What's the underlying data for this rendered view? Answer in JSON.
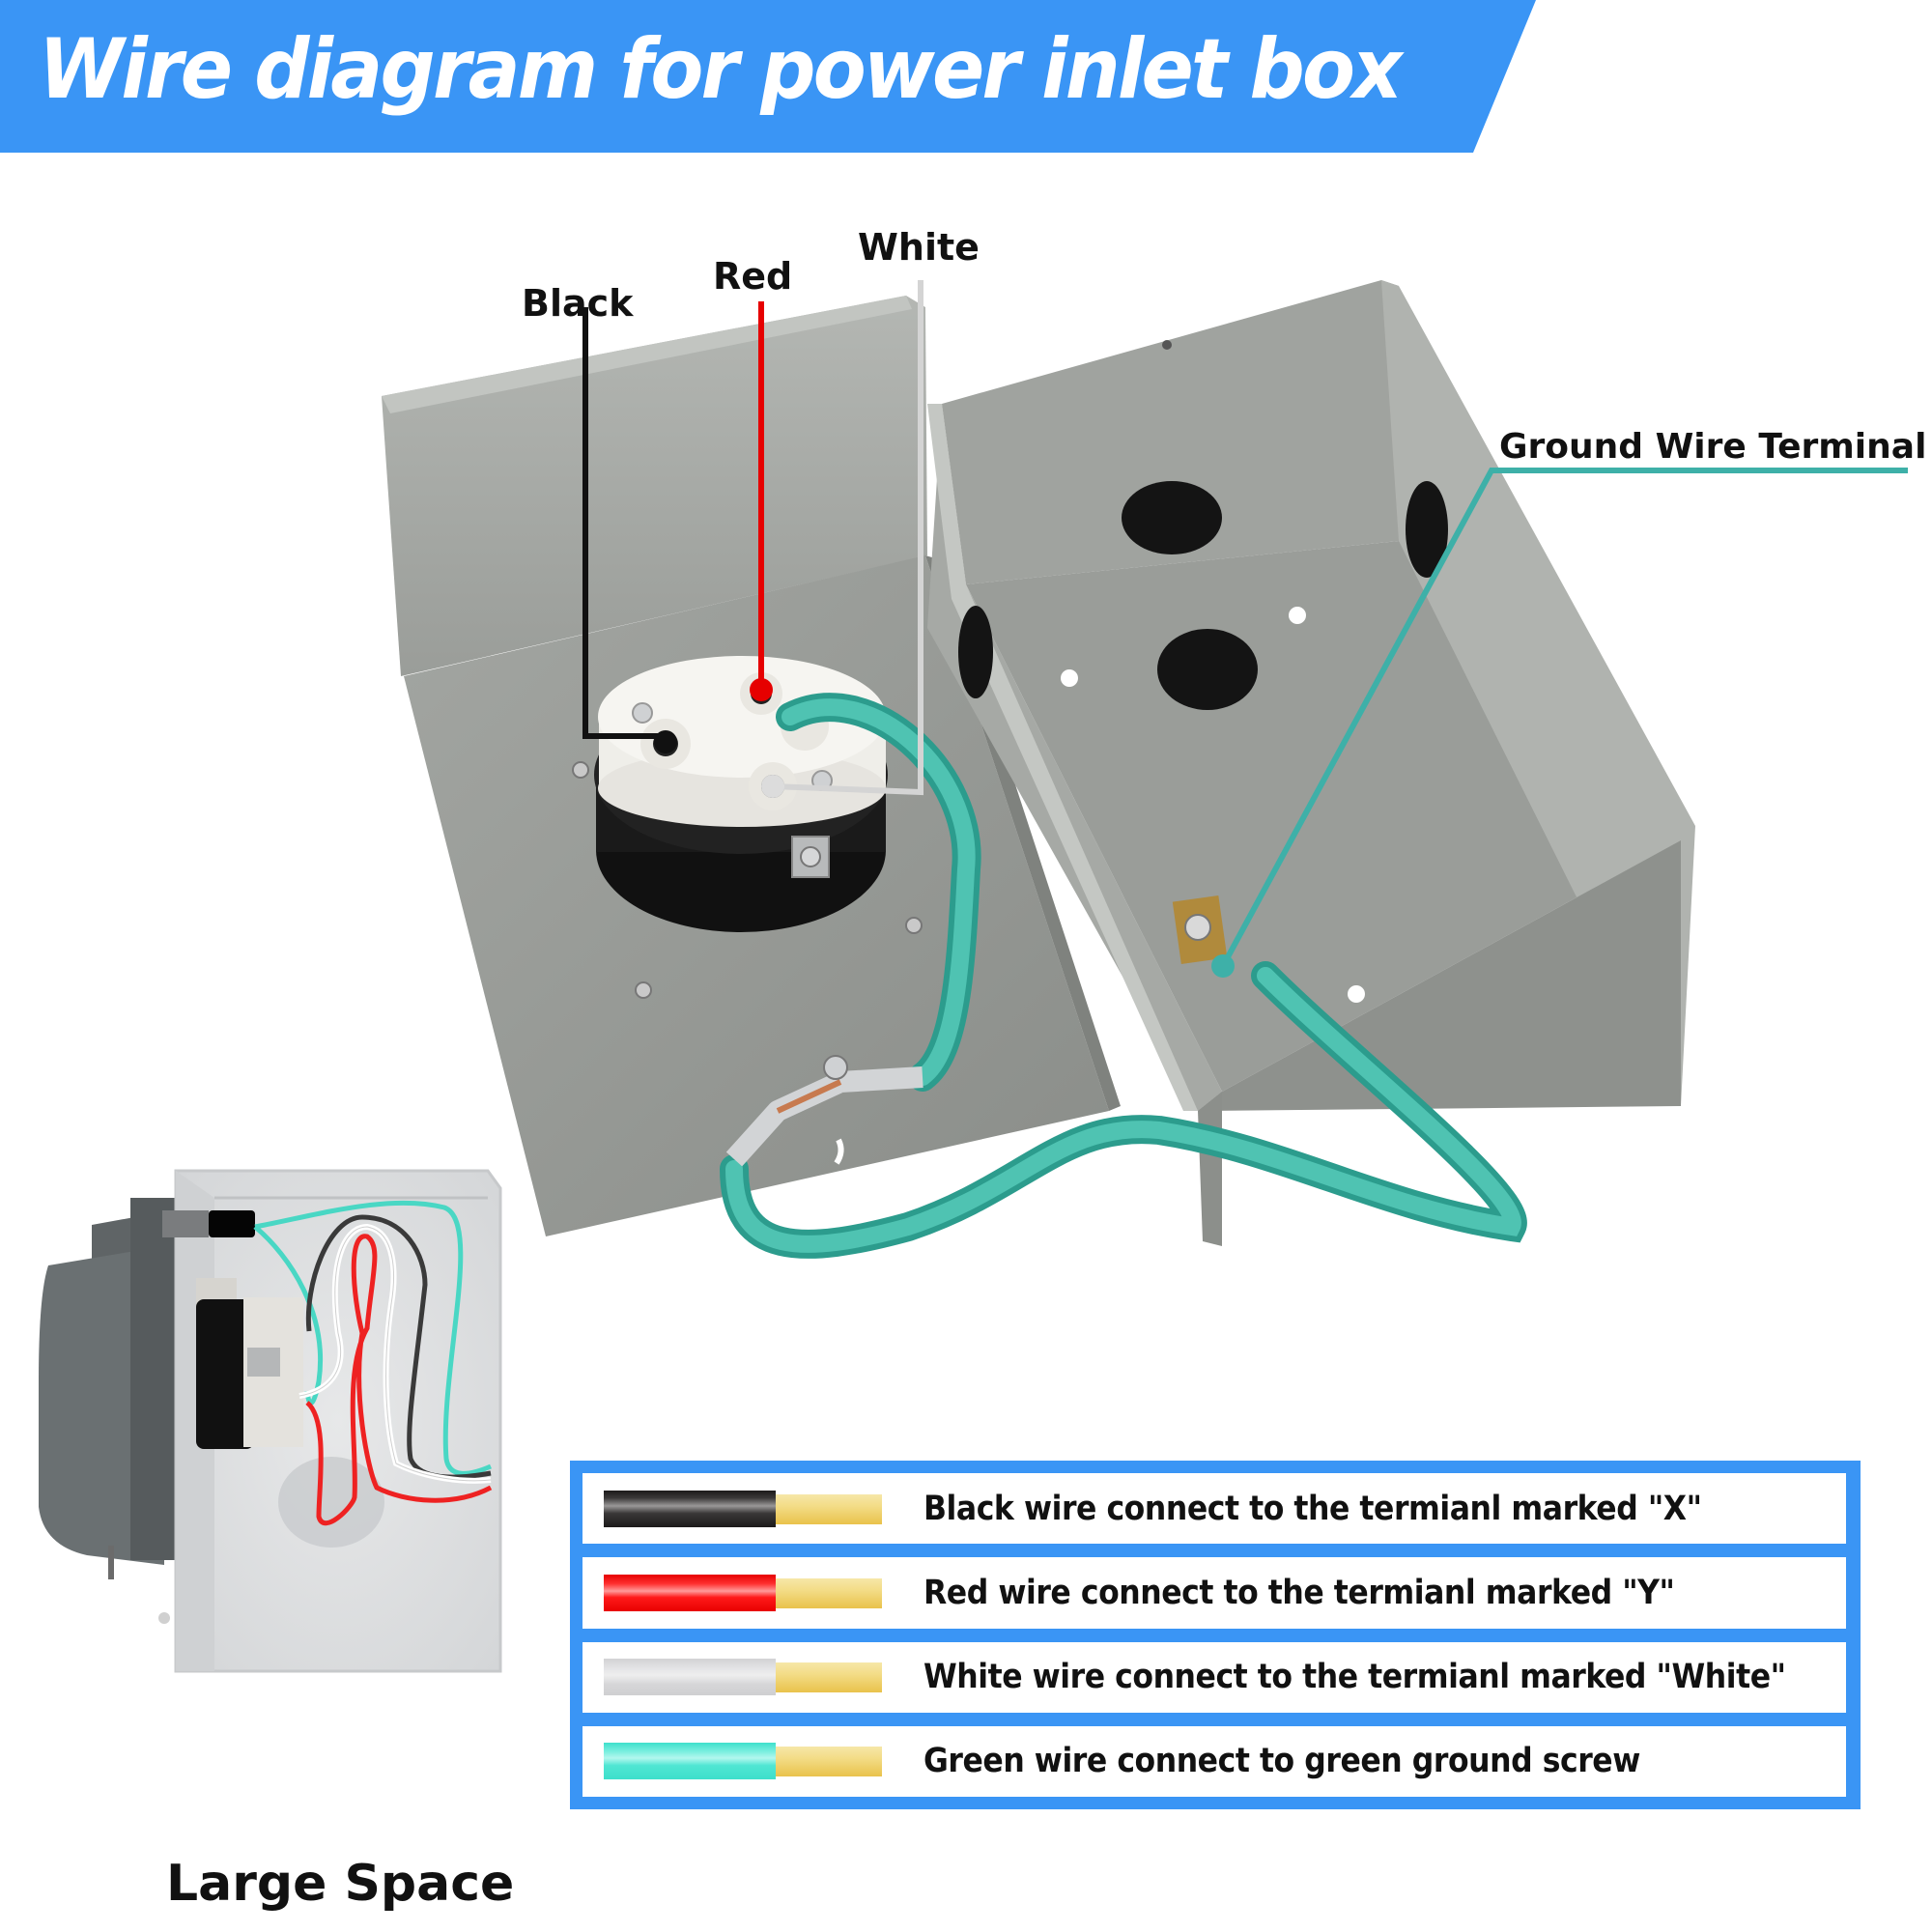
{
  "header": {
    "title": "Wire diagram for power inlet box",
    "banner_color": "#3a95f5"
  },
  "main_photo": {
    "labels": {
      "black": "Black",
      "red": "Red",
      "white": "White",
      "ground": "Ground Wire Terminal"
    },
    "leader_colors": {
      "black": "#111111",
      "red": "#e60000",
      "white": "#d4d4d4",
      "ground": "#3eb0a8"
    }
  },
  "side_view": {
    "caption": "Large Space"
  },
  "legend": {
    "border_color": "#3a95f5",
    "rows": [
      {
        "wire": "black",
        "color": "#1c1a1a",
        "text": "Black wire connect to the termianl marked \"X\""
      },
      {
        "wire": "red",
        "color": "#ff1a1a",
        "text": "Red wire connect to the termianl marked \"Y\""
      },
      {
        "wire": "white",
        "color": "#d6d6d8",
        "text": "White wire connect to the termianl marked \"White\""
      },
      {
        "wire": "green",
        "color": "#50e6d3",
        "text": "Green wire connect to green ground screw"
      }
    ]
  }
}
